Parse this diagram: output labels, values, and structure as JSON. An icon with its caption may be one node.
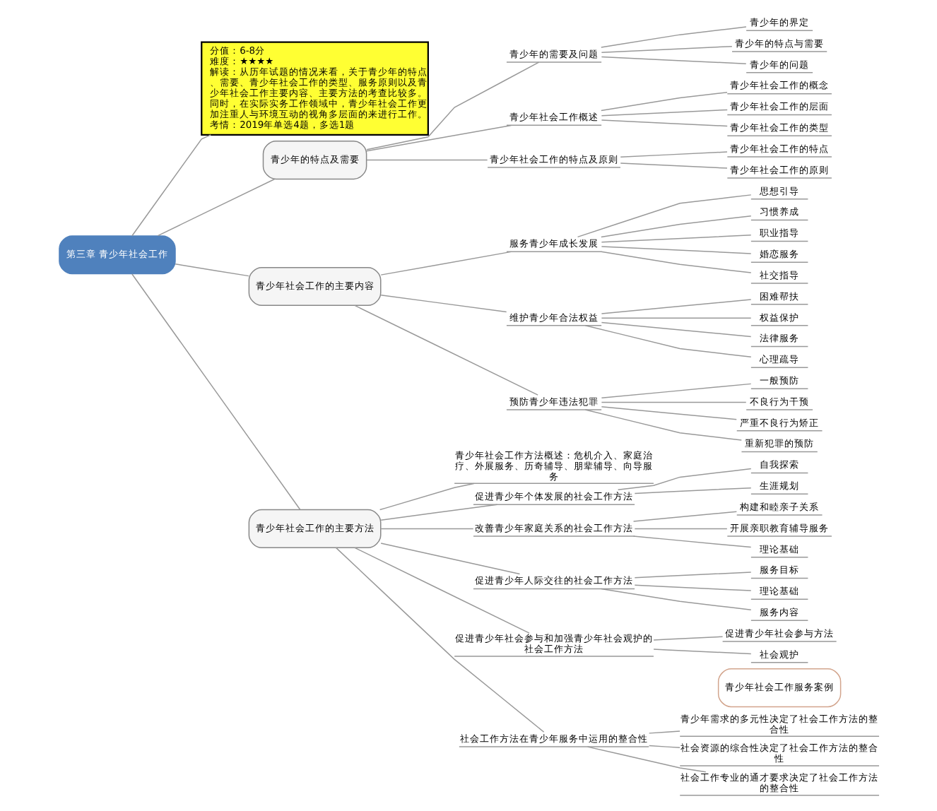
{
  "diagram": {
    "nodes": [
      {
        "text": [
          "第三章 青少年社会工作"
        ]
      },
      {
        "text": [
          "分值：6-8分",
          "难度：★★★★",
          "解读：从历年试题的情况来看，关于青少年的特点、需要、青少年社会工作的类型、服务原则以及青少年社会工作主要内容、主要方法的考查比较多。同时，在实际实务工作领域中，青少年社会工作更加注重人与环境互动的视角多层面的来进行工作。",
          "考情：2019年单选4题，多选1题"
        ]
      },
      {
        "text": [
          "青少年的特点及需要"
        ]
      },
      {
        "text": [
          "青少年的需要及问题"
        ]
      },
      {
        "text": [
          "青少年的界定"
        ]
      },
      {
        "text": [
          "青少年的特点与需要"
        ]
      },
      {
        "text": [
          "青少年的问题"
        ]
      },
      {
        "text": [
          "青少年社会工作概述"
        ]
      },
      {
        "text": [
          "青少年社会工作的概念"
        ]
      },
      {
        "text": [
          "青少年社会工作的层面"
        ]
      },
      {
        "text": [
          "青少年社会工作的类型"
        ]
      },
      {
        "text": [
          "青少年社会工作的特点及原则"
        ]
      },
      {
        "text": [
          "青少年社会工作的特点"
        ]
      },
      {
        "text": [
          "青少年社会工作的原则"
        ]
      },
      {
        "text": [
          "青少年社会工作的主要内容"
        ]
      },
      {
        "text": [
          "服务青少年成长发展"
        ]
      },
      {
        "text": [
          "思想引导"
        ]
      },
      {
        "text": [
          "习惯养成"
        ]
      },
      {
        "text": [
          "职业指导"
        ]
      },
      {
        "text": [
          "婚恋服务"
        ]
      },
      {
        "text": [
          "社交指导"
        ]
      },
      {
        "text": [
          "维护青少年合法权益"
        ]
      },
      {
        "text": [
          "困难帮扶"
        ]
      },
      {
        "text": [
          "权益保护"
        ]
      },
      {
        "text": [
          "法律服务"
        ]
      },
      {
        "text": [
          "心理疏导"
        ]
      },
      {
        "text": [
          "预防青少年违法犯罪"
        ]
      },
      {
        "text": [
          "一般预防"
        ]
      },
      {
        "text": [
          "不良行为干预"
        ]
      },
      {
        "text": [
          "严重不良行为矫正"
        ]
      },
      {
        "text": [
          "重新犯罪的预防"
        ]
      },
      {
        "text": [
          "青少年社会工作的主要方法"
        ]
      },
      {
        "text": [
          "青少年社会工作方法概述：危机介入、家庭治疗、外展服务、历奇辅导、朋辈辅导、向导服务"
        ]
      },
      {
        "text": [
          "促进青少年个体发展的社会工作方法"
        ]
      },
      {
        "text": [
          "自我探索"
        ]
      },
      {
        "text": [
          "生涯规划"
        ]
      },
      {
        "text": [
          "改善青少年家庭关系的社会工作方法"
        ]
      },
      {
        "text": [
          "构建和睦亲子关系"
        ]
      },
      {
        "text": [
          "开展亲职教育辅导服务"
        ]
      },
      {
        "text": [
          "理论基础"
        ]
      },
      {
        "text": [
          "促进青少年人际交往的社会工作方法"
        ]
      },
      {
        "text": [
          "服务目标"
        ]
      },
      {
        "text": [
          "理论基础"
        ]
      },
      {
        "text": [
          "服务内容"
        ]
      },
      {
        "text": [
          "促进青少年社会参与和加强青少年社会观护的社会工作方法"
        ]
      },
      {
        "text": [
          "促进青少年社会参与方法"
        ]
      },
      {
        "text": [
          "社会观护"
        ]
      },
      {
        "text": [
          "社会工作方法在青少年服务中运用的整合性"
        ]
      },
      {
        "text": [
          "青少年需求的多元性决定了社会工作方法的整合性"
        ]
      },
      {
        "text": [
          "社会资源的综合性决定了社会工作方法的整合性"
        ]
      },
      {
        "text": [
          "社会工作专业的通才要求决定了社会工作方法的整合性"
        ]
      },
      {
        "text": [
          "青少年社会工作服务案例"
        ]
      }
    ],
    "edges": [
      {
        "from": 0,
        "to": 1,
        "arrow": "none"
      },
      {
        "from": 0,
        "to": 2,
        "arrow": "none"
      },
      {
        "from": 2,
        "to": 3,
        "arrow": "none"
      },
      {
        "from": 3,
        "to": 4,
        "arrow": "none"
      },
      {
        "from": 3,
        "to": 5,
        "arrow": "none"
      },
      {
        "from": 3,
        "to": 6,
        "arrow": "none"
      },
      {
        "from": 2,
        "to": 7,
        "arrow": "none"
      },
      {
        "from": 7,
        "to": 8,
        "arrow": "none"
      },
      {
        "from": 7,
        "to": 9,
        "arrow": "none"
      },
      {
        "from": 7,
        "to": 10,
        "arrow": "none"
      },
      {
        "from": 2,
        "to": 11,
        "arrow": "none"
      },
      {
        "from": 11,
        "to": 12,
        "arrow": "none"
      },
      {
        "from": 11,
        "to": 13,
        "arrow": "none"
      },
      {
        "from": 0,
        "to": 14,
        "arrow": "none"
      },
      {
        "from": 14,
        "to": 15,
        "arrow": "none"
      },
      {
        "from": 15,
        "to": 16,
        "arrow": "none"
      },
      {
        "from": 15,
        "to": 17,
        "arrow": "none"
      },
      {
        "from": 15,
        "to": 18,
        "arrow": "none"
      },
      {
        "from": 15,
        "to": 19,
        "arrow": "none"
      },
      {
        "from": 15,
        "to": 20,
        "arrow": "none"
      },
      {
        "from": 14,
        "to": 21,
        "arrow": "none"
      },
      {
        "from": 21,
        "to": 22,
        "arrow": "none"
      },
      {
        "from": 21,
        "to": 23,
        "arrow": "none"
      },
      {
        "from": 21,
        "to": 24,
        "arrow": "none"
      },
      {
        "from": 21,
        "to": 25,
        "arrow": "none"
      },
      {
        "from": 14,
        "to": 26,
        "arrow": "none"
      },
      {
        "from": 26,
        "to": 27,
        "arrow": "none"
      },
      {
        "from": 26,
        "to": 28,
        "arrow": "none"
      },
      {
        "from": 26,
        "to": 29,
        "arrow": "none"
      },
      {
        "from": 26,
        "to": 30,
        "arrow": "none"
      },
      {
        "from": 0,
        "to": 31,
        "arrow": "none"
      },
      {
        "from": 31,
        "to": 32,
        "arrow": "none"
      },
      {
        "from": 31,
        "to": 33,
        "arrow": "none"
      },
      {
        "from": 33,
        "to": 34,
        "arrow": "none"
      },
      {
        "from": 33,
        "to": 35,
        "arrow": "none"
      },
      {
        "from": 31,
        "to": 36,
        "arrow": "none"
      },
      {
        "from": 36,
        "to": 37,
        "arrow": "none"
      },
      {
        "from": 36,
        "to": 38,
        "arrow": "none"
      },
      {
        "from": 36,
        "to": 39,
        "arrow": "none"
      },
      {
        "from": 31,
        "to": 40,
        "arrow": "none"
      },
      {
        "from": 40,
        "to": 41,
        "arrow": "none"
      },
      {
        "from": 40,
        "to": 42,
        "arrow": "none"
      },
      {
        "from": 40,
        "to": 43,
        "arrow": "none"
      },
      {
        "from": 31,
        "to": 44,
        "arrow": "none"
      },
      {
        "from": 44,
        "to": 45,
        "arrow": "none"
      },
      {
        "from": 44,
        "to": 46,
        "arrow": "none"
      },
      {
        "from": 31,
        "to": 47,
        "arrow": "none"
      },
      {
        "from": 47,
        "to": 48,
        "arrow": "none"
      },
      {
        "from": 47,
        "to": 49,
        "arrow": "none"
      },
      {
        "from": 47,
        "to": 50,
        "arrow": "none"
      }
    ]
  }
}
